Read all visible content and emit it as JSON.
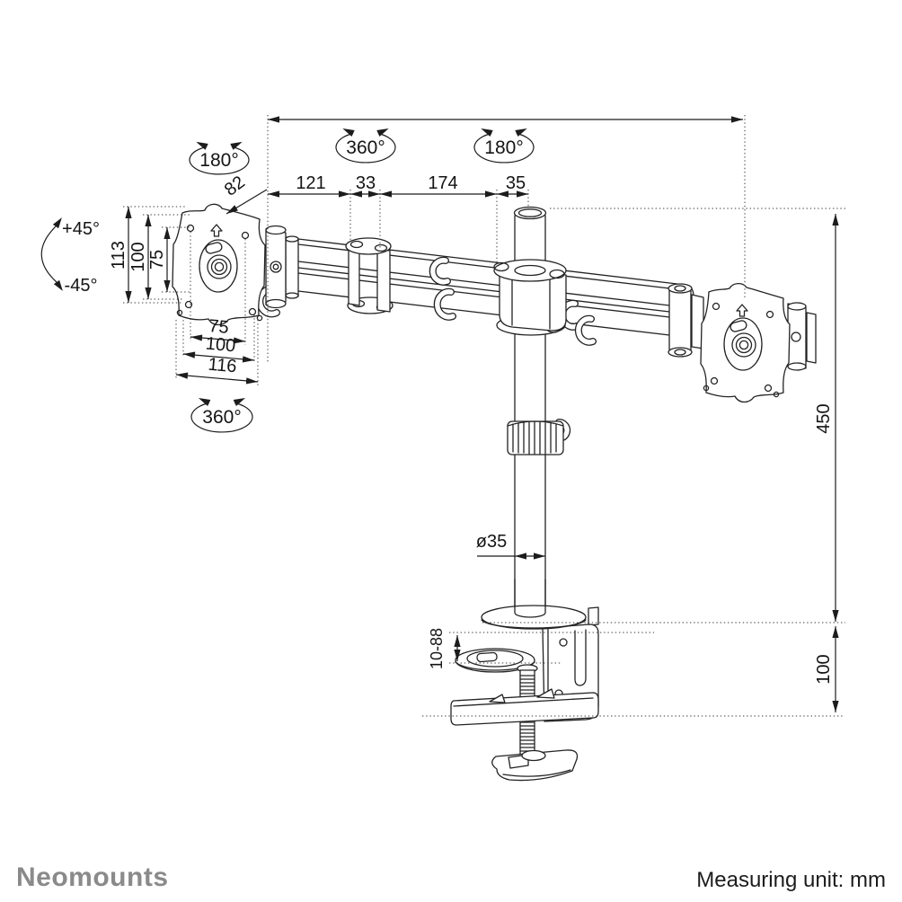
{
  "page": {
    "background": "#ffffff",
    "line_color": "#232323"
  },
  "brand": {
    "logo_text": "Neomounts",
    "logo_color": "#8a8a8a"
  },
  "footer": {
    "measuring_unit_label": "Measuring unit: mm"
  },
  "annotations": {
    "rotation_arm_left": "180°",
    "rotation_joint_mid": "360°",
    "rotation_pole": "180°",
    "rotation_plate_swivel": "360°",
    "tilt_up": "+45°",
    "tilt_down": "-45°"
  },
  "dimensions": {
    "arm_plate_offset": "82",
    "arm_segment_1": "121",
    "arm_segment_2": "33",
    "arm_segment_3": "174",
    "arm_segment_4": "35",
    "vesa_height_outer": "113",
    "vesa_height_holes": "100",
    "vesa_height_inner": "75",
    "vesa_width_inner": "75",
    "vesa_width_holes": "100",
    "vesa_width_outer": "116",
    "pole_diameter": "ø35",
    "clamp_thickness_range": "10-88",
    "pole_height": "450",
    "clamp_height": "100"
  }
}
